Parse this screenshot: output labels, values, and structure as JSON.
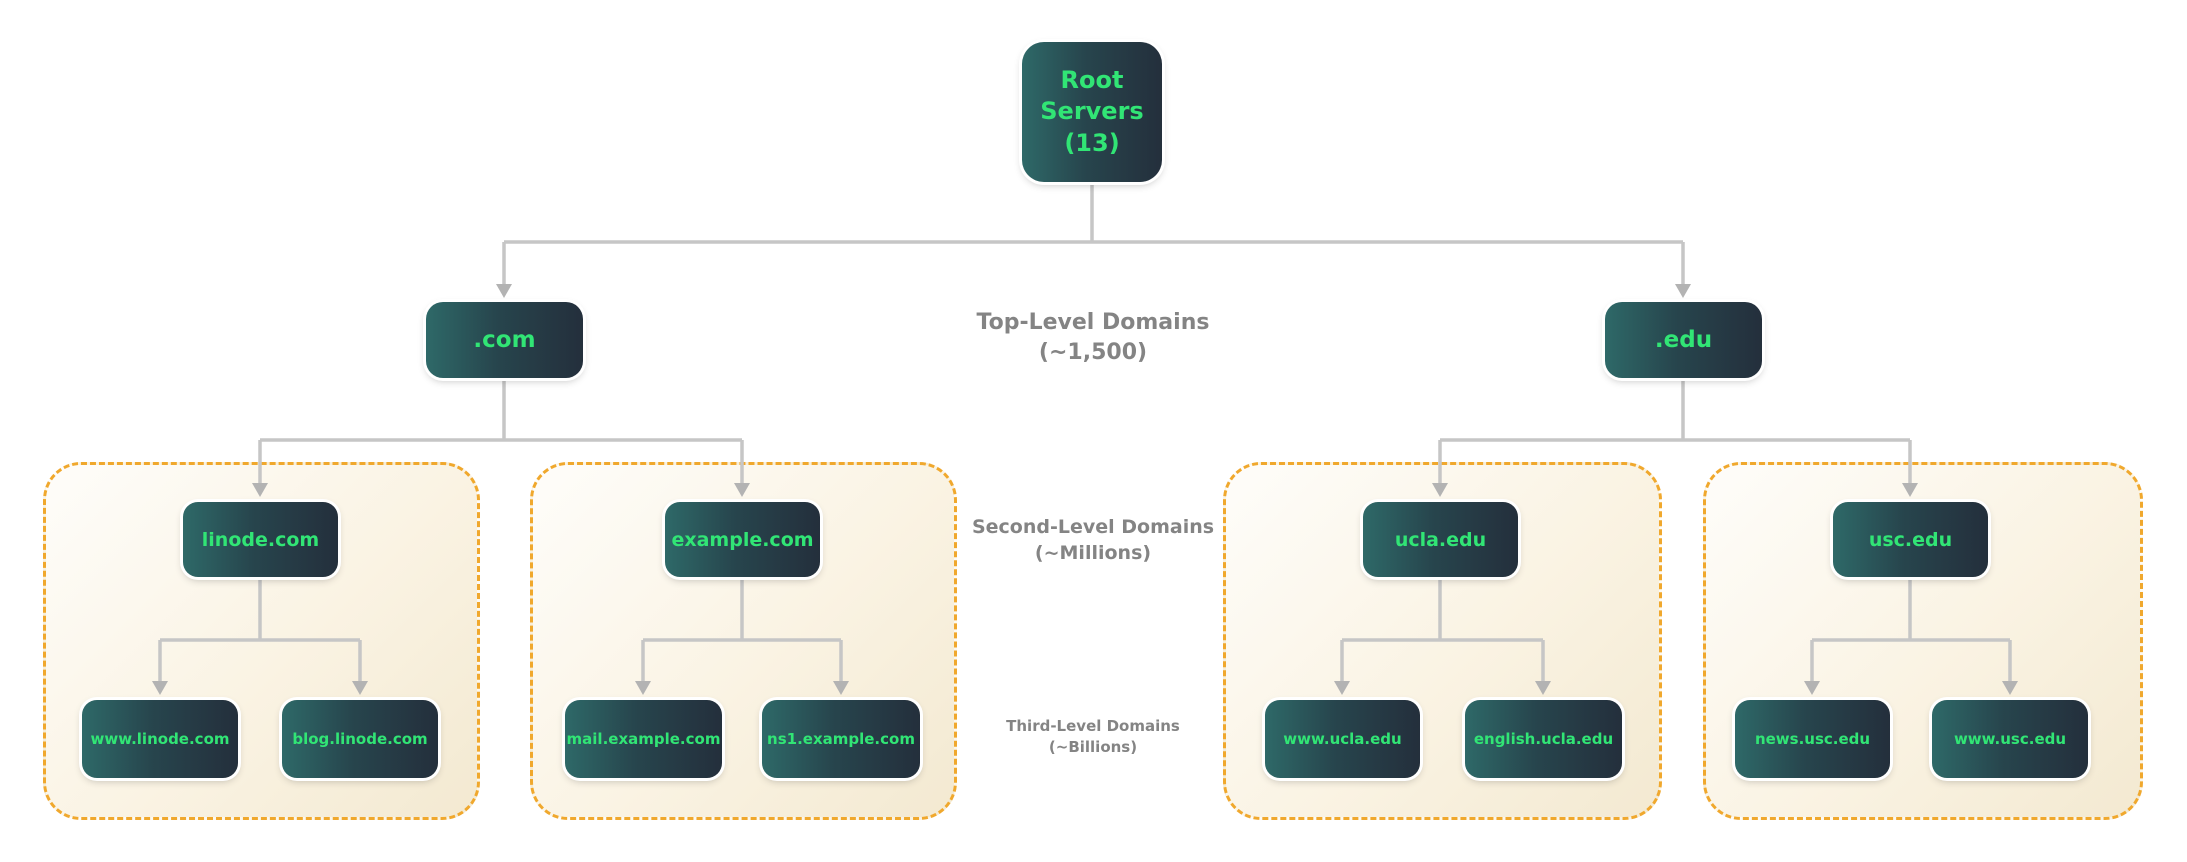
{
  "colors": {
    "node_gradient_left": "#2e6968",
    "node_gradient_right": "#242f3c",
    "node_label_green": "#31e575",
    "connector_gray": "#c6c6c6",
    "group_dashed_border": "#f0a82d",
    "group_fill_light": "#fefdfa",
    "group_fill_cream": "#f3e9d1",
    "level_label_gray": "#848484"
  },
  "root": {
    "label": "Root Servers (13)"
  },
  "level_labels": {
    "tld": {
      "line1": "Top-Level Domains",
      "line2": "(~1,500)"
    },
    "second": {
      "line1": "Second-Level Domains",
      "line2": "(~Millions)"
    },
    "third": {
      "line1": "Third-Level Domains",
      "line2": "(~Billions)"
    }
  },
  "tld_nodes": [
    {
      "label": ".com"
    },
    {
      "label": ".edu"
    }
  ],
  "second_level_nodes": [
    {
      "label": "linode.com"
    },
    {
      "label": "example.com"
    },
    {
      "label": "ucla.edu"
    },
    {
      "label": "usc.edu"
    }
  ],
  "third_level_nodes": [
    {
      "label": "www.linode.com"
    },
    {
      "label": "blog.linode.com"
    },
    {
      "label": "mail.example.com"
    },
    {
      "label": "ns1.example.com"
    },
    {
      "label": "www.ucla.edu"
    },
    {
      "label": "english.ucla.edu"
    },
    {
      "label": "news.usc.edu"
    },
    {
      "label": "www.usc.edu"
    }
  ]
}
